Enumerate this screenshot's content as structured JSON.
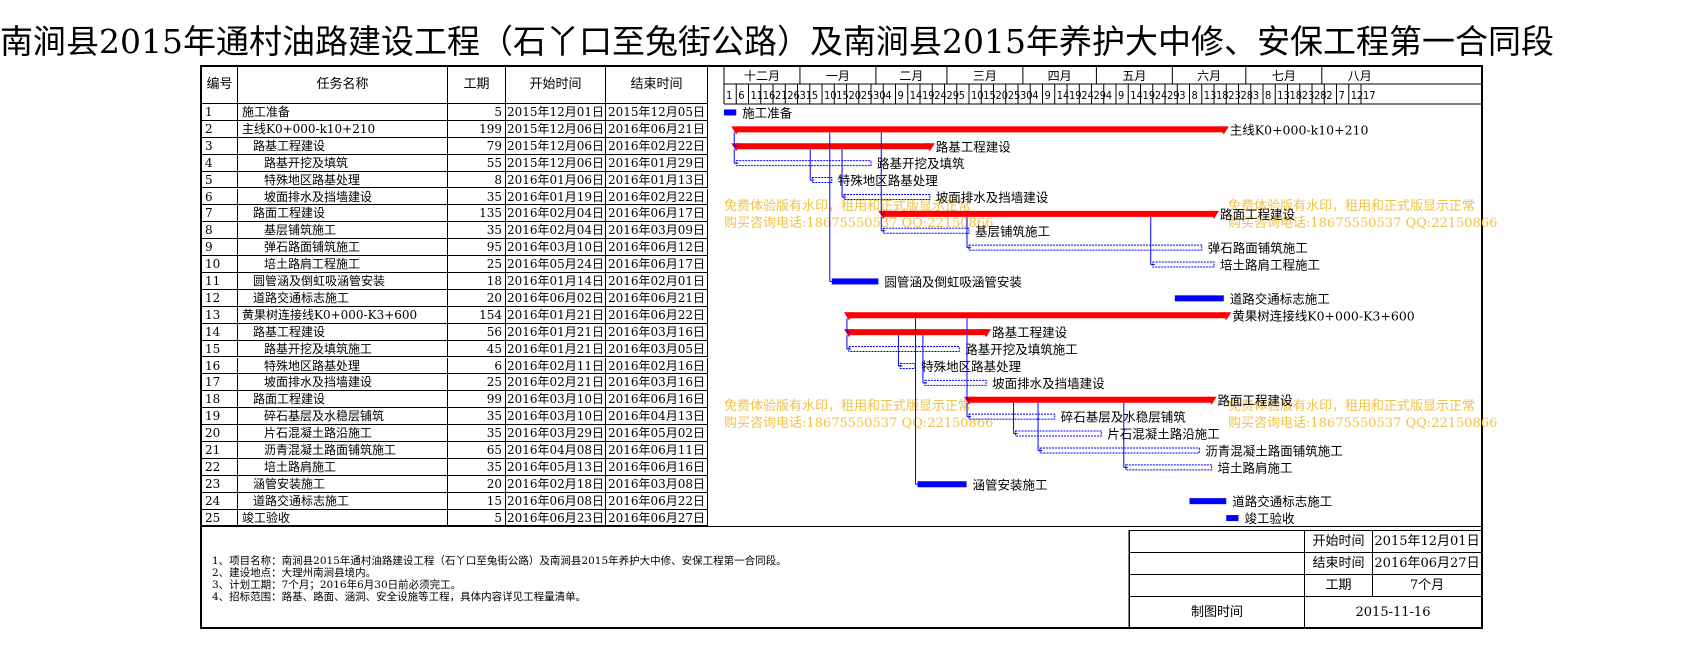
{
  "title": "南涧县2015年通村油路建设工程（石丫口至兔街公路）及南涧县2015年养护大中修、安保工程第一合同段",
  "columns": {
    "id": "编号",
    "name": "任务名称",
    "duration": "工期",
    "start": "开始时间",
    "end": "结束时间"
  },
  "months": [
    "十二月",
    "一月",
    "二月",
    "三月",
    "四月",
    "五月",
    "六月",
    "七月",
    "八月"
  ],
  "day_ticks": [
    "1",
    "6",
    "11",
    "16",
    "21",
    "26",
    "31",
    "5",
    "10",
    "15",
    "20",
    "25",
    "30",
    "4",
    "9",
    "14",
    "19",
    "24",
    "29",
    "5",
    "10",
    "15",
    "20",
    "25",
    "30",
    "4",
    "9",
    "14",
    "19",
    "24",
    "29",
    "4",
    "9",
    "14",
    "19",
    "24",
    "29",
    "3",
    "8",
    "13",
    "18",
    "23",
    "28",
    "3",
    "8",
    "13",
    "18",
    "23",
    "28",
    "2",
    "7",
    "12",
    "17"
  ],
  "watermark": {
    "line1": "免费体验版有水印，租用和正式版显示正常",
    "line2": "购买咨询电话:18675550537 QQ:22150866"
  },
  "chart_data": {
    "type": "gantt",
    "time_axis": {
      "start": "2015-12-01",
      "end": "2016-08-20",
      "unit": "day"
    },
    "colors": {
      "summary": "#ff0000",
      "task": "#0000ff",
      "dashed": "#0000ff"
    },
    "tasks": [
      {
        "id": "1",
        "name": "施工准备",
        "indent": 0,
        "duration": "5",
        "start": "2015年12月01日",
        "end": "2015年12月05日",
        "s": "2015-12-01",
        "e": "2015-12-05",
        "kind": "solid"
      },
      {
        "id": "2",
        "name": "主线K0+000-k10+210",
        "indent": 0,
        "duration": "199",
        "start": "2015年12月06日",
        "end": "2016年06月21日",
        "s": "2015-12-06",
        "e": "2016-06-21",
        "kind": "summary"
      },
      {
        "id": "3",
        "name": "路基工程建设",
        "indent": 1,
        "duration": "79",
        "start": "2015年12月06日",
        "end": "2016年02月22日",
        "s": "2015-12-06",
        "e": "2016-02-22",
        "kind": "summary"
      },
      {
        "id": "4",
        "name": "路基开挖及填筑",
        "indent": 2,
        "duration": "55",
        "start": "2015年12月06日",
        "end": "2016年01月29日",
        "s": "2015-12-06",
        "e": "2016-01-29",
        "kind": "dashed"
      },
      {
        "id": "5",
        "name": "特殊地区路基处理",
        "indent": 2,
        "duration": "8",
        "start": "2016年01月06日",
        "end": "2016年01月13日",
        "s": "2016-01-06",
        "e": "2016-01-13",
        "kind": "dashed"
      },
      {
        "id": "6",
        "name": "坡面排水及挡墙建设",
        "indent": 2,
        "duration": "35",
        "start": "2016年01月19日",
        "end": "2016年02月22日",
        "s": "2016-01-19",
        "e": "2016-02-22",
        "kind": "dashed"
      },
      {
        "id": "7",
        "name": "路面工程建设",
        "indent": 1,
        "duration": "135",
        "start": "2016年02月04日",
        "end": "2016年06月17日",
        "s": "2016-02-04",
        "e": "2016-06-17",
        "kind": "summary"
      },
      {
        "id": "8",
        "name": "基层铺筑施工",
        "indent": 2,
        "duration": "35",
        "start": "2016年02月04日",
        "end": "2016年03月09日",
        "s": "2016-02-04",
        "e": "2016-03-09",
        "kind": "dashed"
      },
      {
        "id": "9",
        "name": "弹石路面铺筑施工",
        "indent": 2,
        "duration": "95",
        "start": "2016年03月10日",
        "end": "2016年06月12日",
        "s": "2016-03-10",
        "e": "2016-06-12",
        "kind": "dashed"
      },
      {
        "id": "10",
        "name": "培土路肩工程施工",
        "indent": 2,
        "duration": "25",
        "start": "2016年05月24日",
        "end": "2016年06月17日",
        "s": "2016-05-24",
        "e": "2016-06-17",
        "kind": "dashed"
      },
      {
        "id": "11",
        "name": "圆管涵及倒虹吸涵管安装",
        "indent": 1,
        "duration": "18",
        "start": "2016年01月14日",
        "end": "2016年02月01日",
        "s": "2016-01-14",
        "e": "2016-02-01",
        "kind": "solid"
      },
      {
        "id": "12",
        "name": "道路交通标志施工",
        "indent": 1,
        "duration": "20",
        "start": "2016年06月02日",
        "end": "2016年06月21日",
        "s": "2016-06-02",
        "e": "2016-06-21",
        "kind": "solid"
      },
      {
        "id": "13",
        "name": "黄果树连接线K0+000-K3+600",
        "indent": 0,
        "duration": "154",
        "start": "2016年01月21日",
        "end": "2016年06月22日",
        "s": "2016-01-21",
        "e": "2016-06-22",
        "kind": "summary"
      },
      {
        "id": "14",
        "name": "路基工程建设",
        "indent": 1,
        "duration": "56",
        "start": "2016年01月21日",
        "end": "2016年03月16日",
        "s": "2016-01-21",
        "e": "2016-03-16",
        "kind": "summary"
      },
      {
        "id": "15",
        "name": "路基开挖及填筑施工",
        "indent": 2,
        "duration": "45",
        "start": "2016年01月21日",
        "end": "2016年03月05日",
        "s": "2016-01-21",
        "e": "2016-03-05",
        "kind": "dashed"
      },
      {
        "id": "16",
        "name": "特殊地区路基处理",
        "indent": 2,
        "duration": "6",
        "start": "2016年02月11日",
        "end": "2016年02月16日",
        "s": "2016-02-11",
        "e": "2016-02-16",
        "kind": "dashed"
      },
      {
        "id": "17",
        "name": "坡面排水及挡墙建设",
        "indent": 2,
        "duration": "25",
        "start": "2016年02月21日",
        "end": "2016年03月16日",
        "s": "2016-02-21",
        "e": "2016-03-16",
        "kind": "dashed"
      },
      {
        "id": "18",
        "name": "路面工程建设",
        "indent": 1,
        "duration": "99",
        "start": "2016年03月10日",
        "end": "2016年06月16日",
        "s": "2016-03-10",
        "e": "2016-06-16",
        "kind": "summary"
      },
      {
        "id": "19",
        "name": "碎石基层及水稳层铺筑",
        "indent": 2,
        "duration": "35",
        "start": "2016年03月10日",
        "end": "2016年04月13日",
        "s": "2016-03-10",
        "e": "2016-04-13",
        "kind": "dashed"
      },
      {
        "id": "20",
        "name": "片石混凝土路沿施工",
        "indent": 2,
        "duration": "35",
        "start": "2016年03月29日",
        "end": "2016年05月02日",
        "s": "2016-03-29",
        "e": "2016-05-02",
        "kind": "dashed"
      },
      {
        "id": "21",
        "name": "沥青混凝土路面铺筑施工",
        "indent": 2,
        "duration": "65",
        "start": "2016年04月08日",
        "end": "2016年06月11日",
        "s": "2016-04-08",
        "e": "2016-06-11",
        "kind": "dashed"
      },
      {
        "id": "22",
        "name": "培土路肩施工",
        "indent": 2,
        "duration": "35",
        "start": "2016年05月13日",
        "end": "2016年06月16日",
        "s": "2016-05-13",
        "e": "2016-06-16",
        "kind": "dashed"
      },
      {
        "id": "23",
        "name": "涵管安装施工",
        "indent": 1,
        "duration": "20",
        "start": "2016年02月18日",
        "end": "2016年03月08日",
        "s": "2016-02-18",
        "e": "2016-03-08",
        "kind": "solid"
      },
      {
        "id": "24",
        "name": "道路交通标志施工",
        "indent": 1,
        "duration": "15",
        "start": "2016年06月08日",
        "end": "2016年06月22日",
        "s": "2016-06-08",
        "e": "2016-06-22",
        "kind": "solid"
      },
      {
        "id": "25",
        "name": "竣工验收",
        "indent": 0,
        "duration": "5",
        "start": "2016年06月23日",
        "end": "2016年06月27日",
        "s": "2016-06-23",
        "e": "2016-06-27",
        "kind": "solid"
      }
    ]
  },
  "notes": [
    "1、项目名称：南涧县2015年通村油路建设工程（石丫口至兔街公路）及南涧县2015年养护大中修、安保工程第一合同段。",
    "2、建设地点：大理州南涧县境内。",
    "3、计划工期：7个月；2016年6月30日前必须完工。",
    "4、招标范围：路基、路面、涵洞、安全设施等工程，具体内容详见工程量清单。"
  ],
  "info": {
    "start_label": "开始时间",
    "start_value": "2015年12月01日",
    "end_label": "结束时间",
    "end_value": "2016年06月27日",
    "duration_label": "工期",
    "duration_value": "7个月",
    "date_label": "制图时间",
    "date_value": "2015-11-16"
  }
}
